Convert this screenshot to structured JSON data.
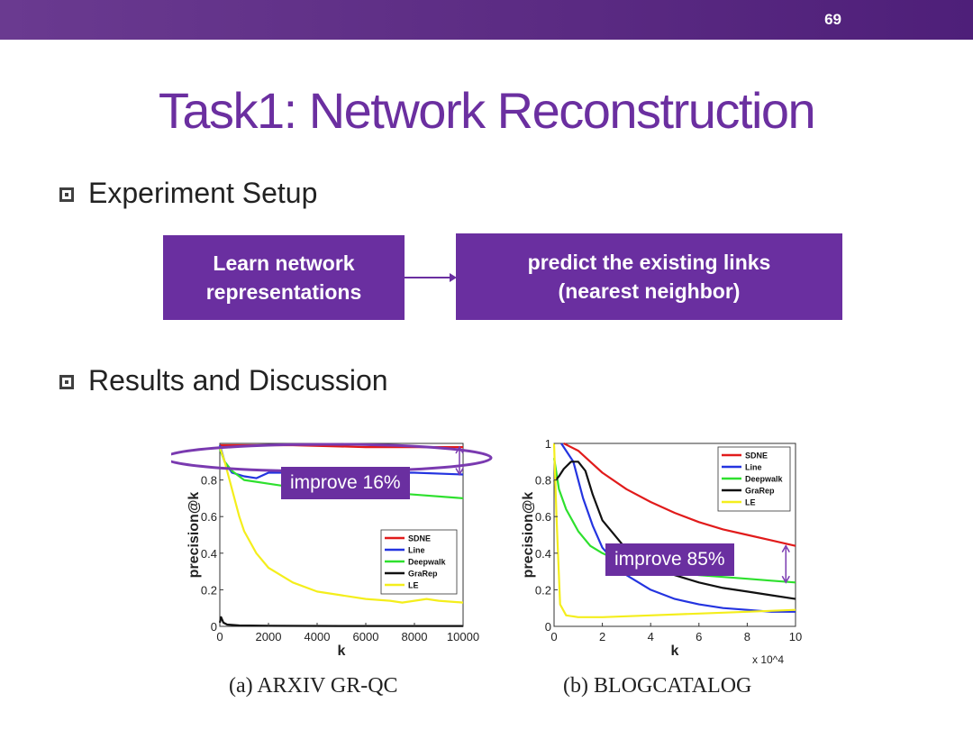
{
  "slide": {
    "page_number": "69",
    "title": "Task1: Network Reconstruction",
    "bullets": [
      "Experiment Setup",
      "Results and Discussion"
    ],
    "flow": {
      "box1_line1": "Learn network",
      "box1_line2": "representations",
      "box2_line1": "predict the existing links",
      "box2_line2": "(nearest neighbor)"
    },
    "improve_a": "improve 16%",
    "improve_b": "improve 85%",
    "caption_a": "(a) ARXIV GR-QC",
    "caption_b": "(b) BLOGCATALOG"
  },
  "chart_data": [
    {
      "type": "line",
      "caption": "(a) ARXIV GR-QC",
      "xlabel": "k",
      "ylabel": "precision@k",
      "xlim": [
        0,
        10000
      ],
      "ylim": [
        0,
        1
      ],
      "xticks": [
        0,
        2000,
        4000,
        6000,
        8000,
        10000
      ],
      "yticks": [
        0,
        0.2,
        0.4,
        0.6,
        0.8
      ],
      "ytick_labels": [
        "0",
        "0.2",
        "0.4",
        "0.6",
        "0.8"
      ],
      "legend_position": "bottom-right",
      "series": [
        {
          "name": "SDNE",
          "color": "#e11b1b",
          "x": [
            0,
            200,
            1000,
            3000,
            6000,
            10000
          ],
          "y": [
            0.99,
            0.99,
            0.99,
            0.99,
            0.98,
            0.98
          ]
        },
        {
          "name": "Line",
          "color": "#2434e0",
          "x": [
            0,
            200,
            500,
            1000,
            1500,
            2000,
            3000,
            4000,
            6000,
            8000,
            10000
          ],
          "y": [
            0.99,
            0.9,
            0.84,
            0.82,
            0.81,
            0.84,
            0.84,
            0.83,
            0.84,
            0.84,
            0.83
          ]
        },
        {
          "name": "Deepwalk",
          "color": "#2ee02e",
          "x": [
            0,
            200,
            500,
            1000,
            1500,
            2000,
            3000,
            4000,
            5000,
            6000,
            8000,
            10000
          ],
          "y": [
            0.97,
            0.9,
            0.85,
            0.8,
            0.79,
            0.78,
            0.76,
            0.75,
            0.74,
            0.74,
            0.72,
            0.7
          ]
        },
        {
          "name": "GraRep",
          "color": "#111111",
          "x": [
            0,
            50,
            150,
            300,
            800,
            2000,
            5000,
            10000
          ],
          "y": [
            0.02,
            0.05,
            0.02,
            0.01,
            0.005,
            0.003,
            0.002,
            0.002
          ]
        },
        {
          "name": "LE",
          "color": "#f4ee1c",
          "x": [
            0,
            200,
            500,
            800,
            1000,
            1500,
            2000,
            3000,
            4000,
            5000,
            6000,
            7000,
            7500,
            8000,
            8500,
            9000,
            10000
          ],
          "y": [
            0.98,
            0.9,
            0.75,
            0.6,
            0.52,
            0.4,
            0.32,
            0.24,
            0.19,
            0.17,
            0.15,
            0.14,
            0.13,
            0.14,
            0.15,
            0.14,
            0.13
          ]
        }
      ]
    },
    {
      "type": "line",
      "caption": "(b) BLOGCATALOG",
      "xlabel": "k",
      "ylabel": "precision@k",
      "xlim": [
        0,
        10
      ],
      "ylim": [
        0,
        1
      ],
      "xticks": [
        0,
        2,
        4,
        6,
        8,
        10
      ],
      "yticks": [
        0,
        0.2,
        0.4,
        0.6,
        0.8,
        1
      ],
      "ytick_labels": [
        "0",
        "0.2",
        "0.4",
        "0.6",
        "0.8",
        "1"
      ],
      "x_multiplier_label": "x 10^4",
      "legend_position": "top-right",
      "series": [
        {
          "name": "SDNE",
          "color": "#e11b1b",
          "x": [
            0.4,
            1,
            1.5,
            2,
            3,
            4,
            5,
            6,
            7,
            8,
            9,
            10
          ],
          "y": [
            1,
            0.96,
            0.9,
            0.84,
            0.75,
            0.68,
            0.62,
            0.57,
            0.53,
            0.5,
            0.47,
            0.44
          ]
        },
        {
          "name": "Line",
          "color": "#2434e0",
          "x": [
            0.3,
            0.8,
            1.2,
            1.6,
            2,
            3,
            4,
            5,
            6,
            7,
            8,
            9,
            10
          ],
          "y": [
            1,
            0.9,
            0.7,
            0.55,
            0.43,
            0.28,
            0.2,
            0.15,
            0.12,
            0.1,
            0.09,
            0.08,
            0.08
          ]
        },
        {
          "name": "Deepwalk",
          "color": "#2ee02e",
          "x": [
            0,
            0.2,
            0.5,
            1,
            1.5,
            2,
            2.5,
            3,
            4,
            5,
            6,
            7,
            8,
            9,
            10
          ],
          "y": [
            0.92,
            0.75,
            0.64,
            0.52,
            0.44,
            0.4,
            0.37,
            0.35,
            0.32,
            0.3,
            0.28,
            0.27,
            0.26,
            0.25,
            0.24
          ]
        },
        {
          "name": "GraRep",
          "color": "#111111",
          "x": [
            0,
            0.2,
            0.4,
            0.7,
            1,
            1.3,
            1.6,
            2,
            3,
            4,
            5,
            6,
            7,
            8,
            9,
            10
          ],
          "y": [
            0.79,
            0.82,
            0.86,
            0.9,
            0.9,
            0.85,
            0.72,
            0.58,
            0.42,
            0.33,
            0.28,
            0.24,
            0.21,
            0.19,
            0.17,
            0.15
          ]
        },
        {
          "name": "LE",
          "color": "#f4ee1c",
          "x": [
            0,
            0.1,
            0.25,
            0.5,
            1,
            2,
            4,
            6,
            8,
            10
          ],
          "y": [
            1,
            0.6,
            0.12,
            0.06,
            0.05,
            0.05,
            0.06,
            0.07,
            0.08,
            0.09
          ]
        }
      ]
    }
  ]
}
